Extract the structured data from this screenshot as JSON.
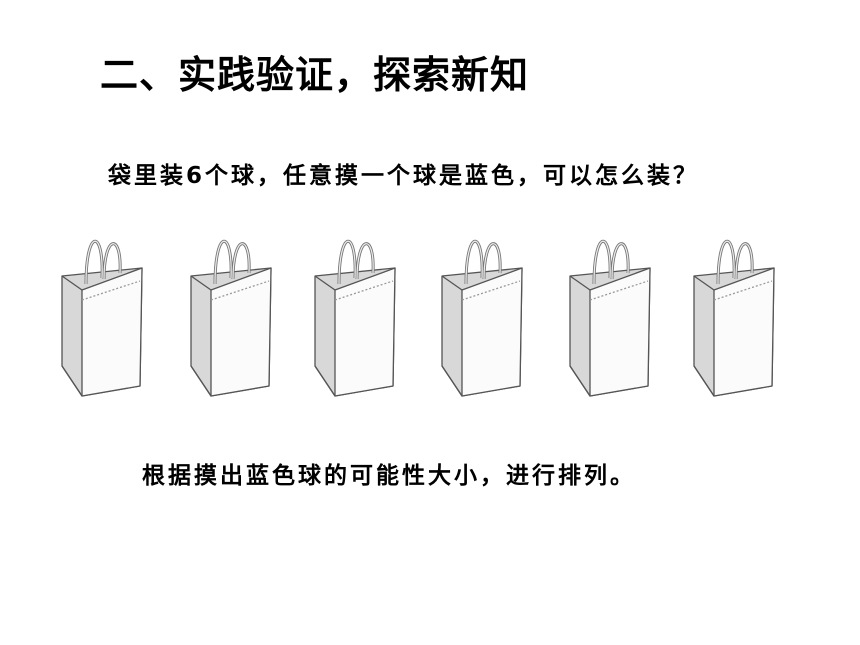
{
  "slide": {
    "title": "二、实践验证，探索新知",
    "question": "袋里装6个球，任意摸一个球是蓝色，可以怎么装？",
    "instruction": "根据摸出蓝色球的可能性大小，进行排列。"
  },
  "bags": [
    {
      "icon": "shopping-bag-icon"
    },
    {
      "icon": "shopping-bag-icon"
    },
    {
      "icon": "shopping-bag-icon"
    },
    {
      "icon": "shopping-bag-icon"
    },
    {
      "icon": "shopping-bag-icon"
    },
    {
      "icon": "shopping-bag-icon"
    }
  ]
}
